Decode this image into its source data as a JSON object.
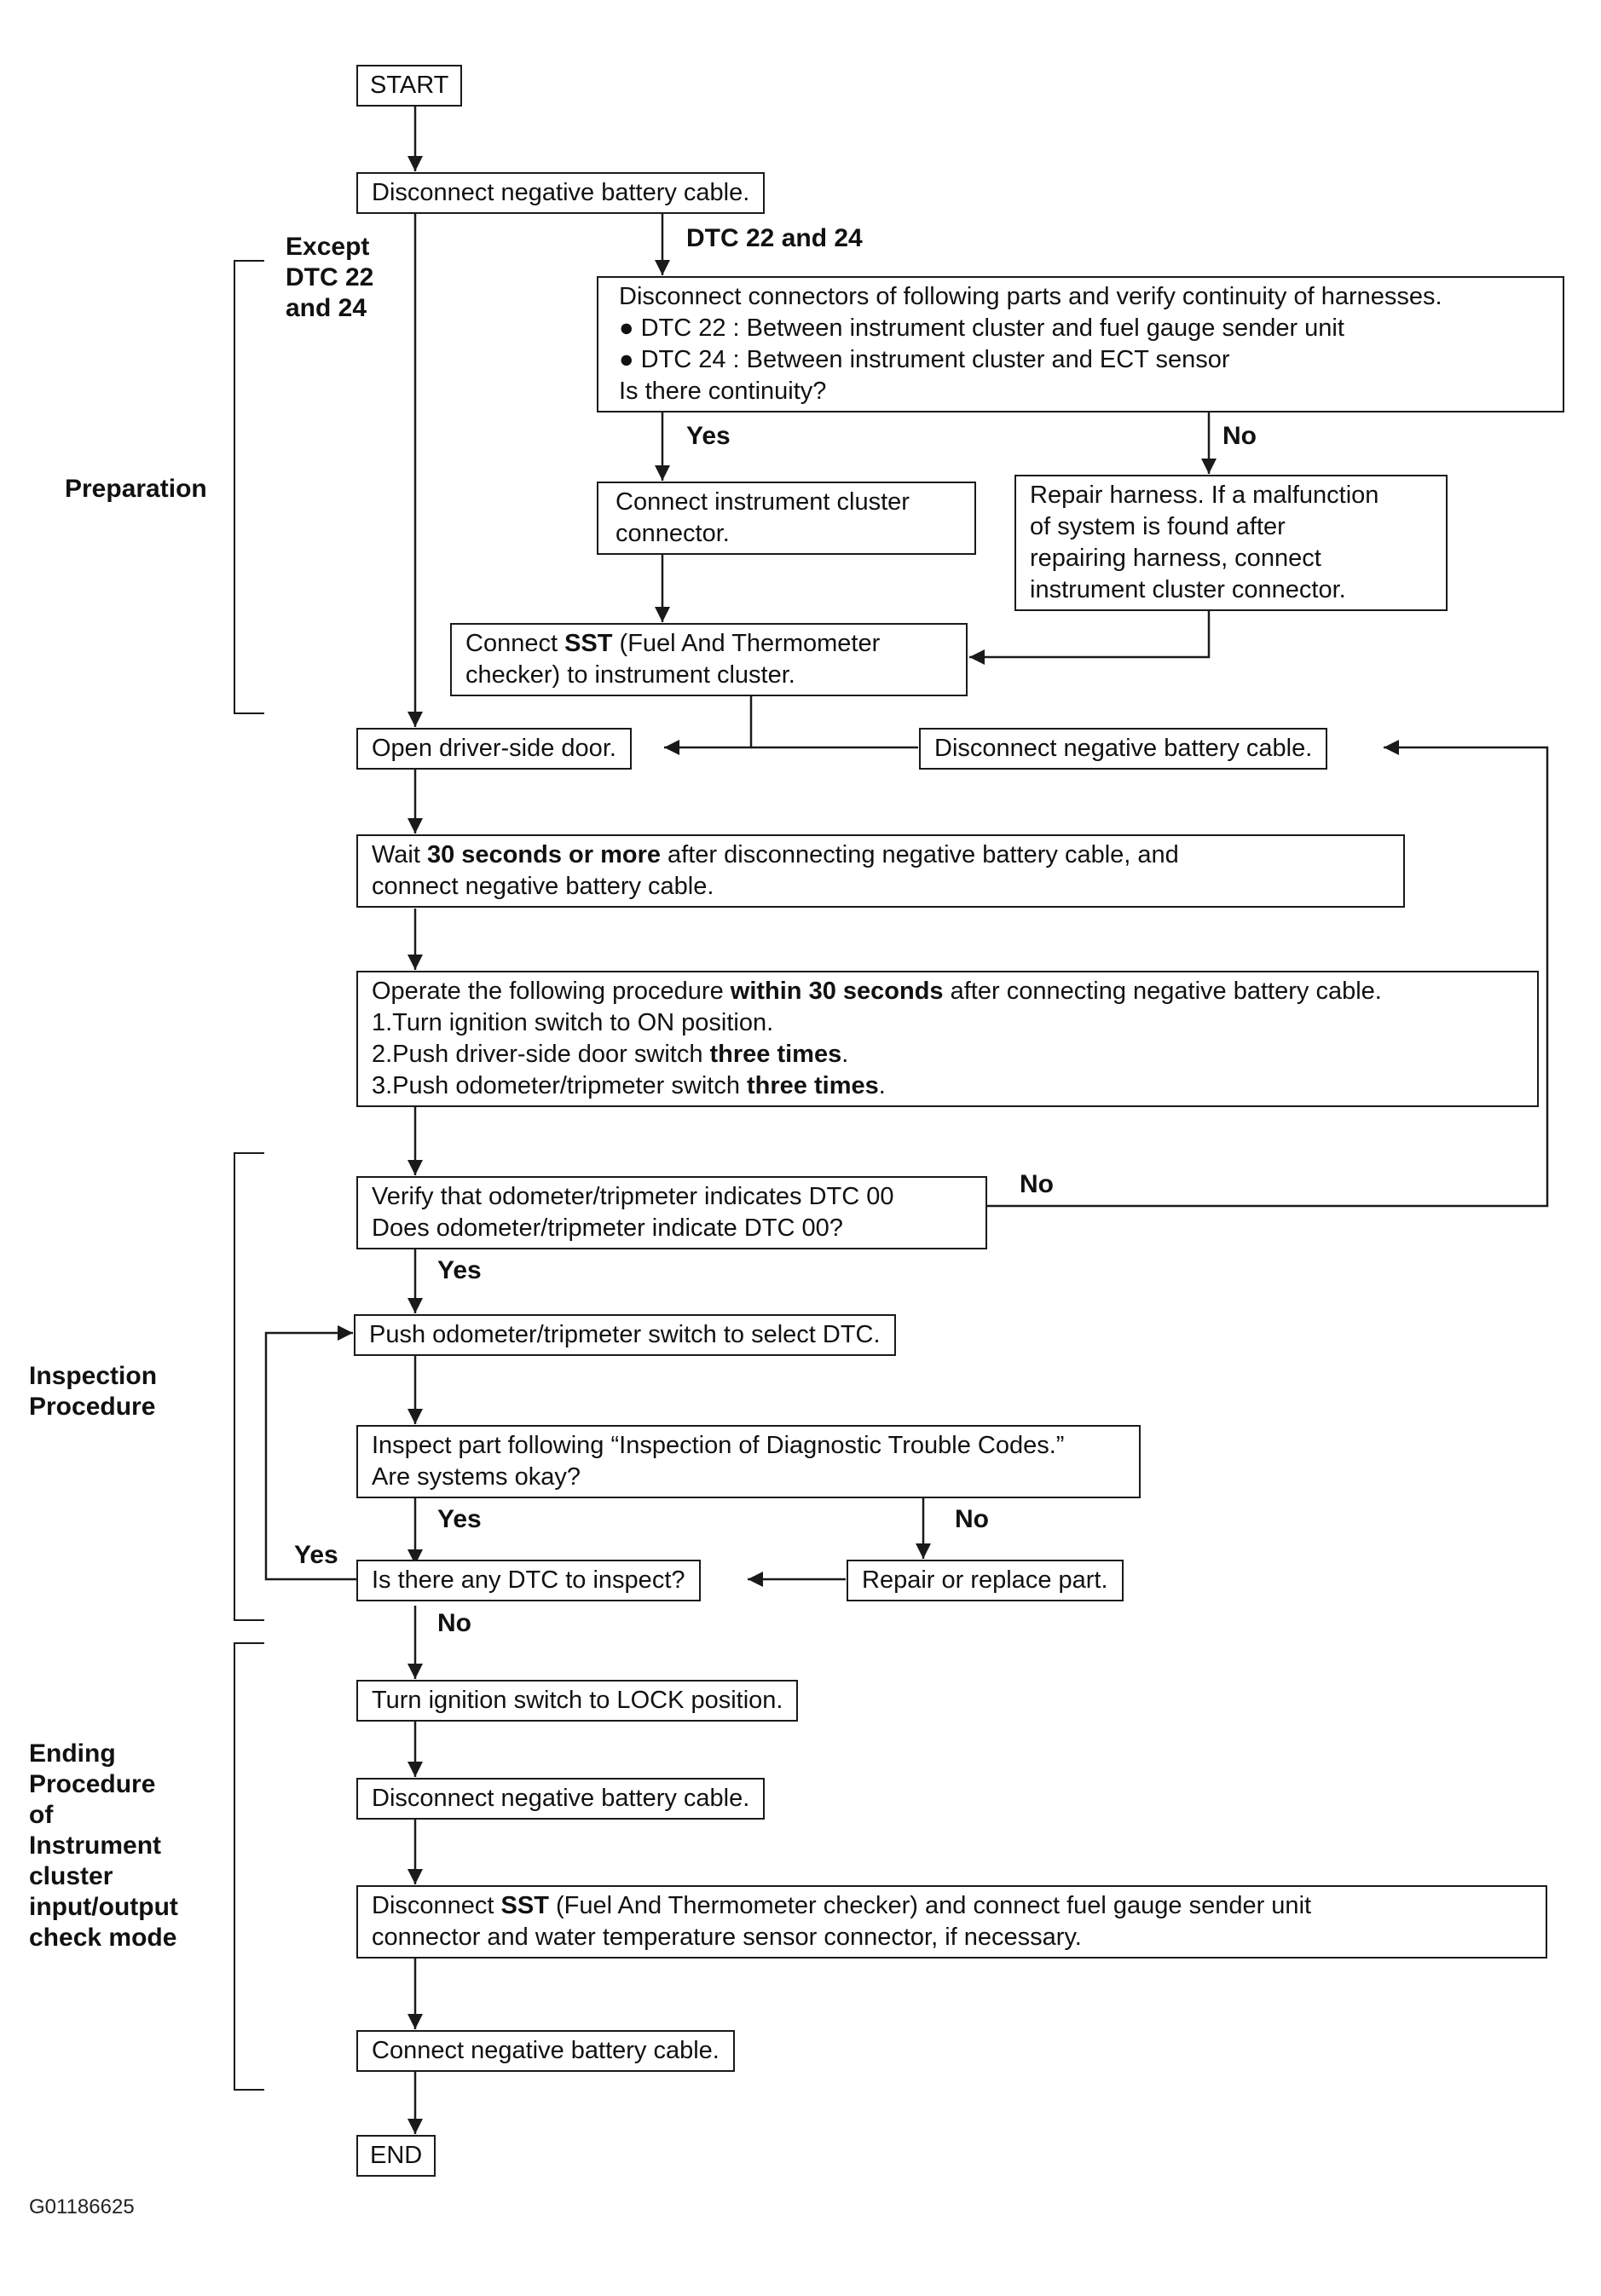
{
  "terminals": {
    "start": "START",
    "end": "END"
  },
  "steps": {
    "disconnect_battery_1": "Disconnect negative battery cable.",
    "verify_continuity": {
      "line1": "Disconnect connectors of following parts and verify continuity of harnesses.",
      "line2_bullet": "● DTC 22 : Between instrument cluster and fuel gauge sender unit",
      "line3_bullet": "● DTC 24 : Between instrument cluster and ECT sensor",
      "line4": "Is there continuity?"
    },
    "connect_cluster_connector": {
      "line1": "Connect instrument cluster",
      "line2": "connector."
    },
    "repair_harness": {
      "line1": "Repair harness. If a malfunction",
      "line2": "of system is found after",
      "line3": "repairing harness, connect",
      "line4": "instrument cluster connector."
    },
    "connect_sst": {
      "line1_pre": "Connect ",
      "line1_bold": "SST",
      "line1_post": " (Fuel And Thermometer",
      "line2": "checker) to instrument cluster."
    },
    "open_door": "Open driver-side door.",
    "disconnect_battery_retry": "Disconnect negative battery cable.",
    "wait": {
      "line1_pre": "Wait ",
      "line1_bold": "30 seconds or more",
      "line1_post": " after disconnecting negative battery cable, and",
      "line2": "connect negative battery cable."
    },
    "operate": {
      "line1_pre": "Operate the following procedure ",
      "line1_bold": "within 30 seconds",
      "line1_post": " after connecting negative battery cable.",
      "line2": "1.Turn ignition switch to ON position.",
      "line3_pre": "2.Push driver-side door switch ",
      "line3_bold": "three times",
      "line3_post": ".",
      "line4_pre": "3.Push odometer/tripmeter switch ",
      "line4_bold": "three times",
      "line4_post": "."
    },
    "verify_dtc00": {
      "line1": "Verify that odometer/tripmeter indicates DTC 00",
      "line2": "Does odometer/tripmeter indicate DTC 00?"
    },
    "push_select": "Push odometer/tripmeter switch to select DTC.",
    "inspect_part": {
      "line1": "Inspect part following “Inspection of Diagnostic Trouble Codes.”",
      "line2": "Are systems okay?"
    },
    "any_dtc": "Is there any DTC to inspect?",
    "repair_replace": "Repair or replace part.",
    "turn_lock": "Turn ignition switch to LOCK position.",
    "disconnect_battery_2": "Disconnect negative battery cable.",
    "disconnect_sst": {
      "line1_pre": "Disconnect ",
      "line1_bold": "SST",
      "line1_post": " (Fuel And Thermometer checker) and connect fuel gauge sender unit",
      "line2": "connector and water temperature sensor connector, if necessary."
    },
    "connect_battery": "Connect negative battery cable."
  },
  "branch_labels": {
    "dtc_22_24": "DTC 22 and 24",
    "except_1": "Except",
    "except_2": "DTC 22",
    "except_3": "and 24",
    "continuity_yes": "Yes",
    "continuity_no": "No",
    "dtc00_no": "No",
    "dtc00_yes": "Yes",
    "okay_yes": "Yes",
    "okay_no": "No",
    "more_yes": "Yes",
    "more_no": "No"
  },
  "sections": {
    "preparation": "Preparation",
    "inspection": [
      "Inspection",
      "Procedure"
    ],
    "ending": [
      "Ending",
      "Procedure",
      "of",
      "Instrument",
      "cluster",
      "input/output",
      "check mode"
    ]
  },
  "figure_id": "G01186625",
  "colors": {
    "line": "#1a1a1a",
    "text": "#111111",
    "background": "#ffffff"
  }
}
